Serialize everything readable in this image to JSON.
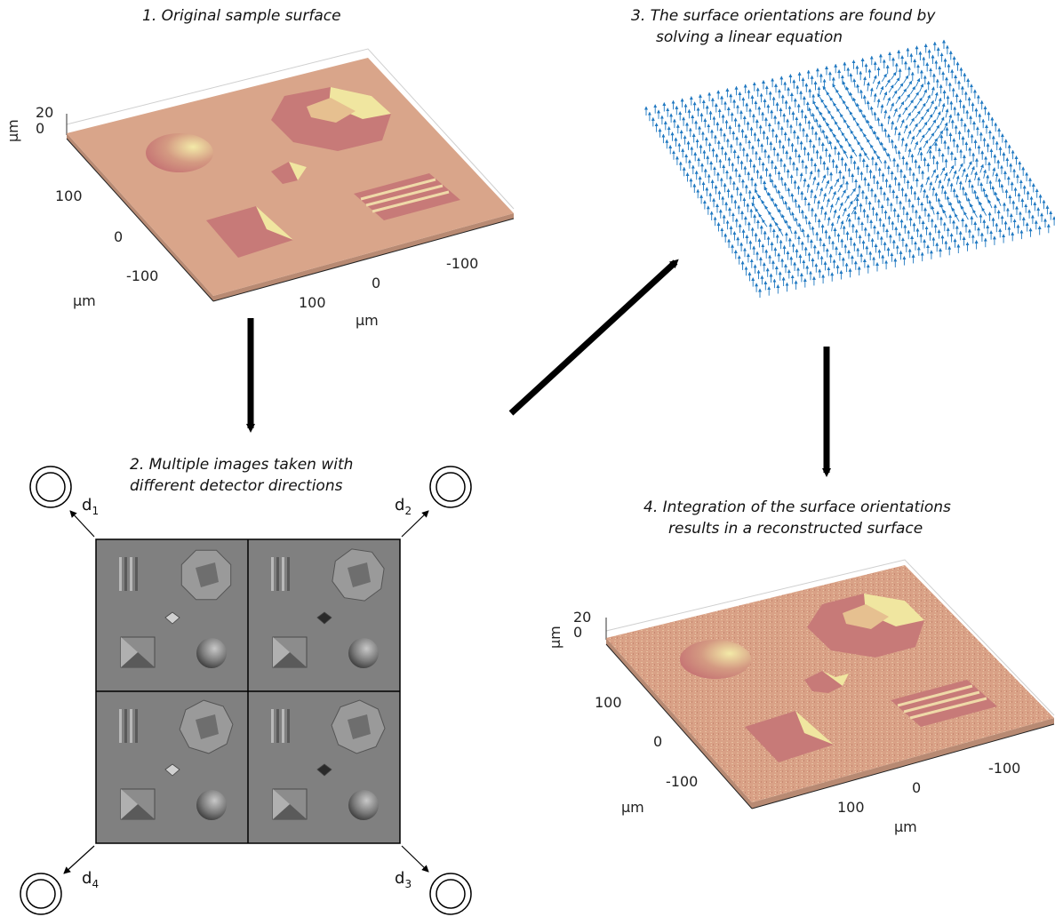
{
  "captions": {
    "step1": "1. Original sample surface",
    "step2_line1": "2. Multiple images taken with",
    "step2_line2": "different detector directions",
    "step3_line1": "3. The surface orientations are found by",
    "step3_line2": "solving a linear equation",
    "step4_line1": "4. Integration of the surface orientations",
    "step4_line2": "results in a reconstructed surface"
  },
  "plot1": {
    "z_ticks": [
      "20",
      "0"
    ],
    "z_unit": "µm",
    "y_ticks": [
      "100",
      "0",
      "-100"
    ],
    "y_unit": "µm",
    "x_ticks": [
      "100",
      "0",
      "-100"
    ],
    "x_unit": "µm"
  },
  "plot4": {
    "z_ticks": [
      "20",
      "0"
    ],
    "z_unit": "µm",
    "y_ticks": [
      "100",
      "0",
      "-100"
    ],
    "y_unit": "µm",
    "x_ticks": [
      "100",
      "0",
      "-100"
    ],
    "x_unit": "µm"
  },
  "detectors": [
    {
      "letter": "d",
      "sub": "1"
    },
    {
      "letter": "d",
      "sub": "2"
    },
    {
      "letter": "d",
      "sub": "3"
    },
    {
      "letter": "d",
      "sub": "4"
    }
  ],
  "colors": {
    "surface": "#d9a58a",
    "feature": "#c77a78",
    "highlight": "#f0e6a0",
    "vector": "#1f78c1",
    "sem_gray": "#808080"
  }
}
